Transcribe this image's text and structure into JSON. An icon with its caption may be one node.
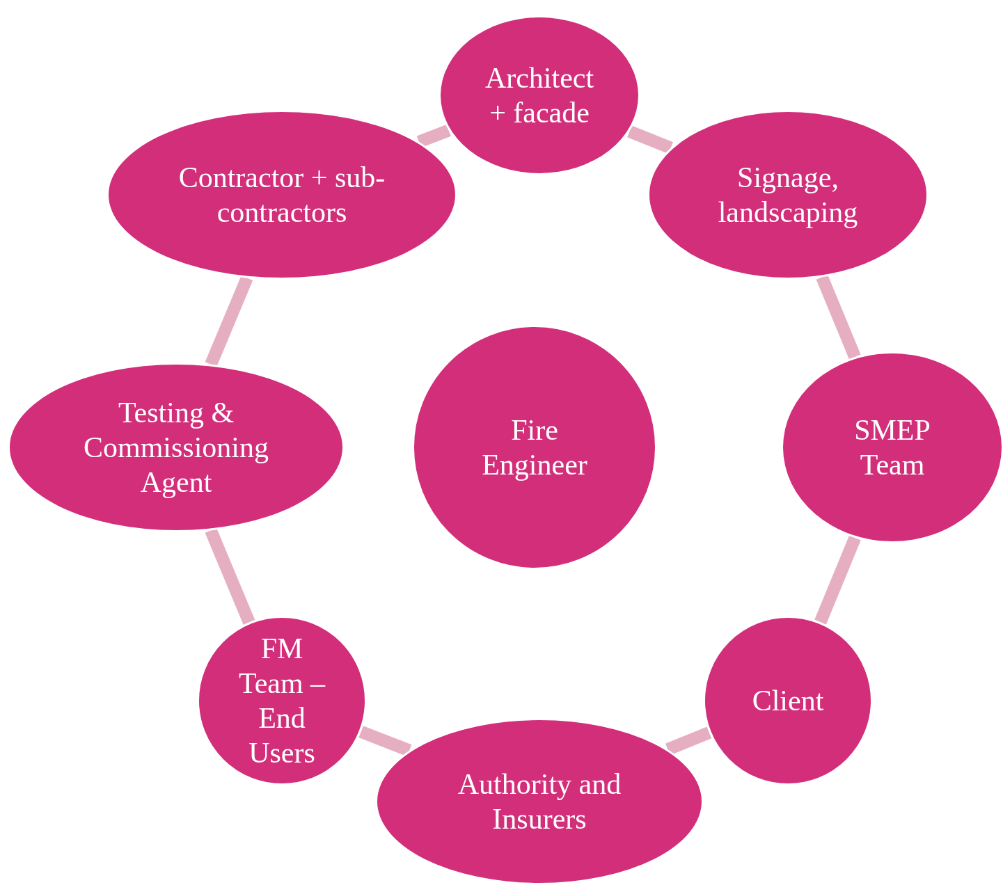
{
  "diagram": {
    "nodes": [
      {
        "text": [
          "Architect + facade"
        ]
      },
      {
        "text": [
          "Contractor + sub-contractors"
        ]
      },
      {
        "text": [
          "Signage, landscaping"
        ]
      },
      {
        "text": [
          "Testing & Commissioning Agent"
        ]
      },
      {
        "text": [
          "Fire Engineer"
        ]
      },
      {
        "text": [
          "SMEP Team"
        ]
      },
      {
        "text": [
          "FM Team – End Users"
        ]
      },
      {
        "text": [
          "Client"
        ]
      },
      {
        "text": [
          "Authority and Insurers"
        ]
      }
    ],
    "edges": [
      {
        "from": 0,
        "to": 2,
        "arrow": "none"
      },
      {
        "from": 2,
        "to": 5,
        "arrow": "none"
      },
      {
        "from": 5,
        "to": 7,
        "arrow": "none"
      },
      {
        "from": 7,
        "to": 8,
        "arrow": "none"
      },
      {
        "from": 8,
        "to": 6,
        "arrow": "none"
      },
      {
        "from": 6,
        "to": 3,
        "arrow": "none"
      },
      {
        "from": 3,
        "to": 1,
        "arrow": "none"
      },
      {
        "from": 1,
        "to": 0,
        "arrow": "none"
      }
    ]
  }
}
